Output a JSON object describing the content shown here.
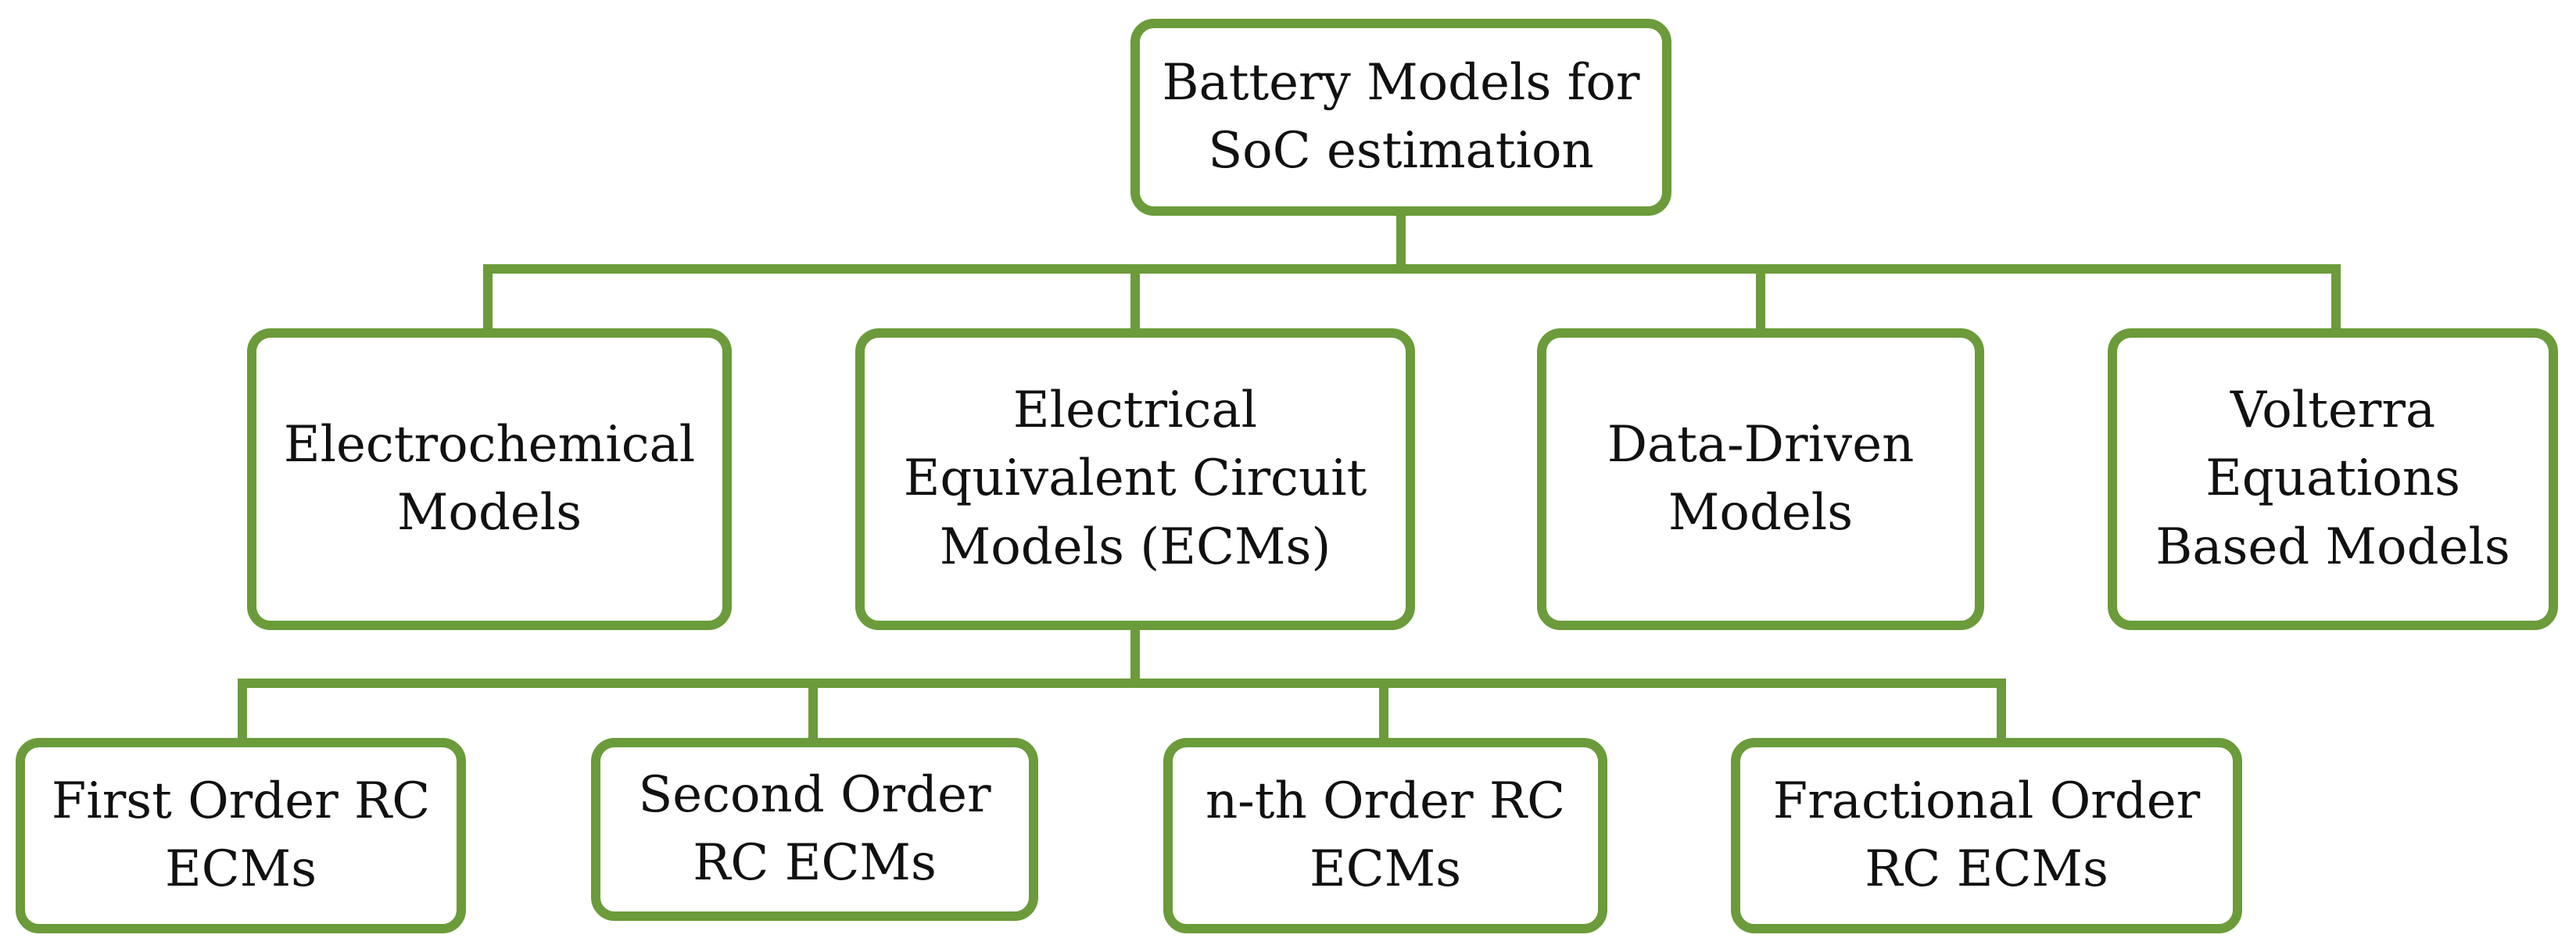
{
  "colors": {
    "border": "#6b9b3a",
    "text": "#111111",
    "background": "#ffffff"
  },
  "diagram": {
    "root": {
      "lines": [
        "Battery Models for",
        "SoC estimation"
      ]
    },
    "level1": [
      {
        "lines": [
          "Electrochemical",
          "Models"
        ]
      },
      {
        "lines": [
          "Electrical",
          "Equivalent Circuit",
          "Models (ECMs)"
        ]
      },
      {
        "lines": [
          "Data-Driven",
          "Models"
        ]
      },
      {
        "lines": [
          "Volterra",
          "Equations",
          "Based Models"
        ]
      }
    ],
    "level2": [
      {
        "lines": [
          "First Order RC",
          "ECMs"
        ]
      },
      {
        "lines": [
          "Second Order",
          "RC ECMs"
        ]
      },
      {
        "lines": [
          "n-th Order RC",
          "ECMs"
        ]
      },
      {
        "lines": [
          "Fractional Order",
          "RC ECMs"
        ]
      }
    ]
  }
}
